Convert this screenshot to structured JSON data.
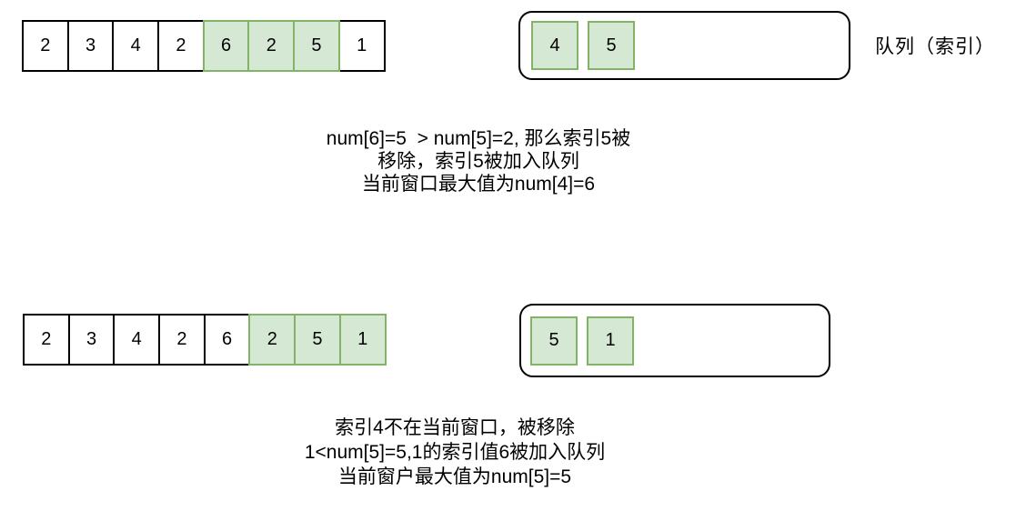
{
  "colors": {
    "cell_green_fill": "#d5e8d4",
    "cell_green_border": "#82b366",
    "outline_black": "#000000",
    "background": "#ffffff"
  },
  "queue_label": "队列（索引）",
  "steps": [
    {
      "array": {
        "values": [
          "2",
          "3",
          "4",
          "2",
          "6",
          "2",
          "5",
          "1"
        ],
        "highlighted_indices": [
          4,
          5,
          6
        ]
      },
      "queue": {
        "values": [
          "4",
          "5"
        ]
      },
      "caption_lines": [
        "num[6]=5  > num[5]=2, 那么索引5被",
        "移除，索引5被加入队列",
        "当前窗口最大值为num[4]=6"
      ]
    },
    {
      "array": {
        "values": [
          "2",
          "3",
          "4",
          "2",
          "6",
          "2",
          "5",
          "1"
        ],
        "highlighted_indices": [
          5,
          6,
          7
        ]
      },
      "queue": {
        "values": [
          "5",
          "1"
        ]
      },
      "caption_lines": [
        "索引4不在当前窗口，被移除",
        "1<num[5]=5,1的索引值6被加入队列",
        "当前窗户最大值为num[5]=5"
      ]
    }
  ]
}
